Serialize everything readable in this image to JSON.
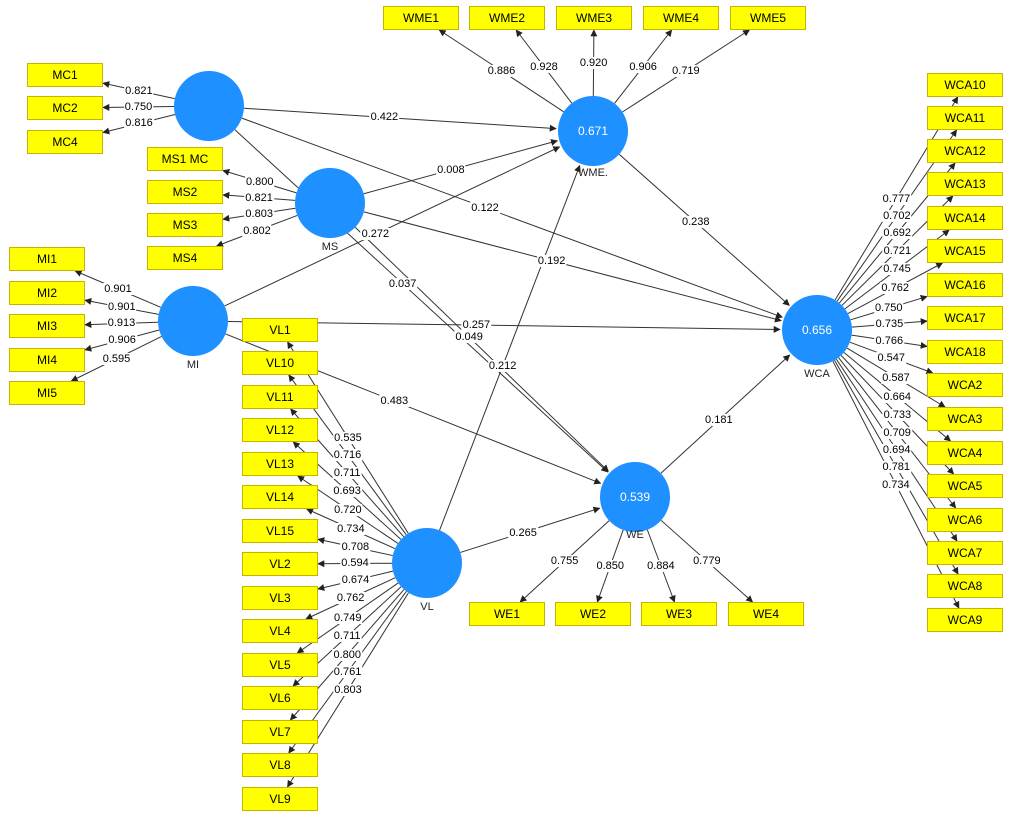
{
  "colors": {
    "construct": "#1e90ff",
    "indicator": "#ffff00",
    "edge": "#333333"
  },
  "constructs": [
    {
      "id": "MC",
      "r2": "",
      "name": ""
    },
    {
      "id": "MS",
      "r2": "",
      "name": "MS"
    },
    {
      "id": "MI",
      "r2": "",
      "name": "MI"
    },
    {
      "id": "WME",
      "r2": "0.671",
      "name": "WME."
    },
    {
      "id": "WE",
      "r2": "0.539",
      "name": "WE"
    },
    {
      "id": "WCA",
      "r2": "0.656",
      "name": "WCA"
    },
    {
      "id": "VL",
      "r2": "",
      "name": "VL"
    }
  ],
  "indicators": {
    "MC": [
      "MC1",
      "MC2",
      "MC4"
    ],
    "MS": [
      "MS1 MC",
      "MS2",
      "MS3",
      "MS4"
    ],
    "MI": [
      "MI1",
      "MI2",
      "MI3",
      "MI4",
      "MI5"
    ],
    "WME": [
      "WME1",
      "WME2",
      "WME3",
      "WME4",
      "WME5"
    ],
    "WE": [
      "WE1",
      "WE2",
      "WE3",
      "WE4"
    ],
    "WCA": [
      "WCA10",
      "WCA11",
      "WCA12",
      "WCA13",
      "WCA14",
      "WCA15",
      "WCA16",
      "WCA17",
      "WCA18",
      "WCA2",
      "WCA3",
      "WCA4",
      "WCA5",
      "WCA6",
      "WCA7",
      "WCA8",
      "WCA9"
    ],
    "VL": [
      "VL1",
      "VL10",
      "VL11",
      "VL12",
      "VL13",
      "VL14",
      "VL15",
      "VL2",
      "VL3",
      "VL4",
      "VL5",
      "VL6",
      "VL7",
      "VL8",
      "VL9"
    ]
  },
  "loadings": {
    "MC": [
      "0.821",
      "0.750",
      "0.816"
    ],
    "MS": [
      "0.800",
      "0.821",
      "0.803",
      "0.802"
    ],
    "MI": [
      "0.901",
      "0.901",
      "0.913",
      "0.906",
      "0.595"
    ],
    "WME": [
      "0.886",
      "0.928",
      "0.920",
      "0.906",
      "0.719"
    ],
    "WE": [
      "0.755",
      "0.850",
      "0.884",
      "0.779"
    ],
    "WCA": [
      "0.777",
      "0.702",
      "0.692",
      "0.721",
      "0.745",
      "0.762",
      "0.750",
      "0.735",
      "0.766",
      "0.547",
      "0.587",
      "0.664",
      "0.733",
      "0.709",
      "0.694",
      "0.781",
      "0.734"
    ],
    "VL": [
      "0.535",
      "0.716",
      "0.711",
      "0.693",
      "0.720",
      "0.734",
      "0.708",
      "0.594",
      "0.674",
      "0.762",
      "0.749",
      "0.711",
      "0.800",
      "0.761",
      "0.803"
    ]
  },
  "paths": [
    {
      "from": "MC",
      "to": "WME",
      "coef": "0.422"
    },
    {
      "from": "MC",
      "to": "WCA",
      "coef": "0.122"
    },
    {
      "from": "MS",
      "to": "WME",
      "coef": "0.008"
    },
    {
      "from": "MS",
      "to": "WCA",
      "coef": "0.192"
    },
    {
      "from": "MS",
      "to": "WE",
      "coef": "0.049"
    },
    {
      "from": "MI",
      "to": "WME",
      "coef": "0.272"
    },
    {
      "from": "MI",
      "to": "WCA",
      "coef": "0.257"
    },
    {
      "from": "MI",
      "to": "WE",
      "coef": "0.483"
    },
    {
      "from": "VL",
      "to": "WME",
      "coef": "0.212"
    },
    {
      "from": "VL",
      "to": "WE",
      "coef": "0.265"
    },
    {
      "from": "MC",
      "to": "WE",
      "coef": "0.037"
    },
    {
      "from": "WME",
      "to": "WCA",
      "coef": "0.238"
    },
    {
      "from": "WE",
      "to": "WCA",
      "coef": "0.181"
    }
  ]
}
